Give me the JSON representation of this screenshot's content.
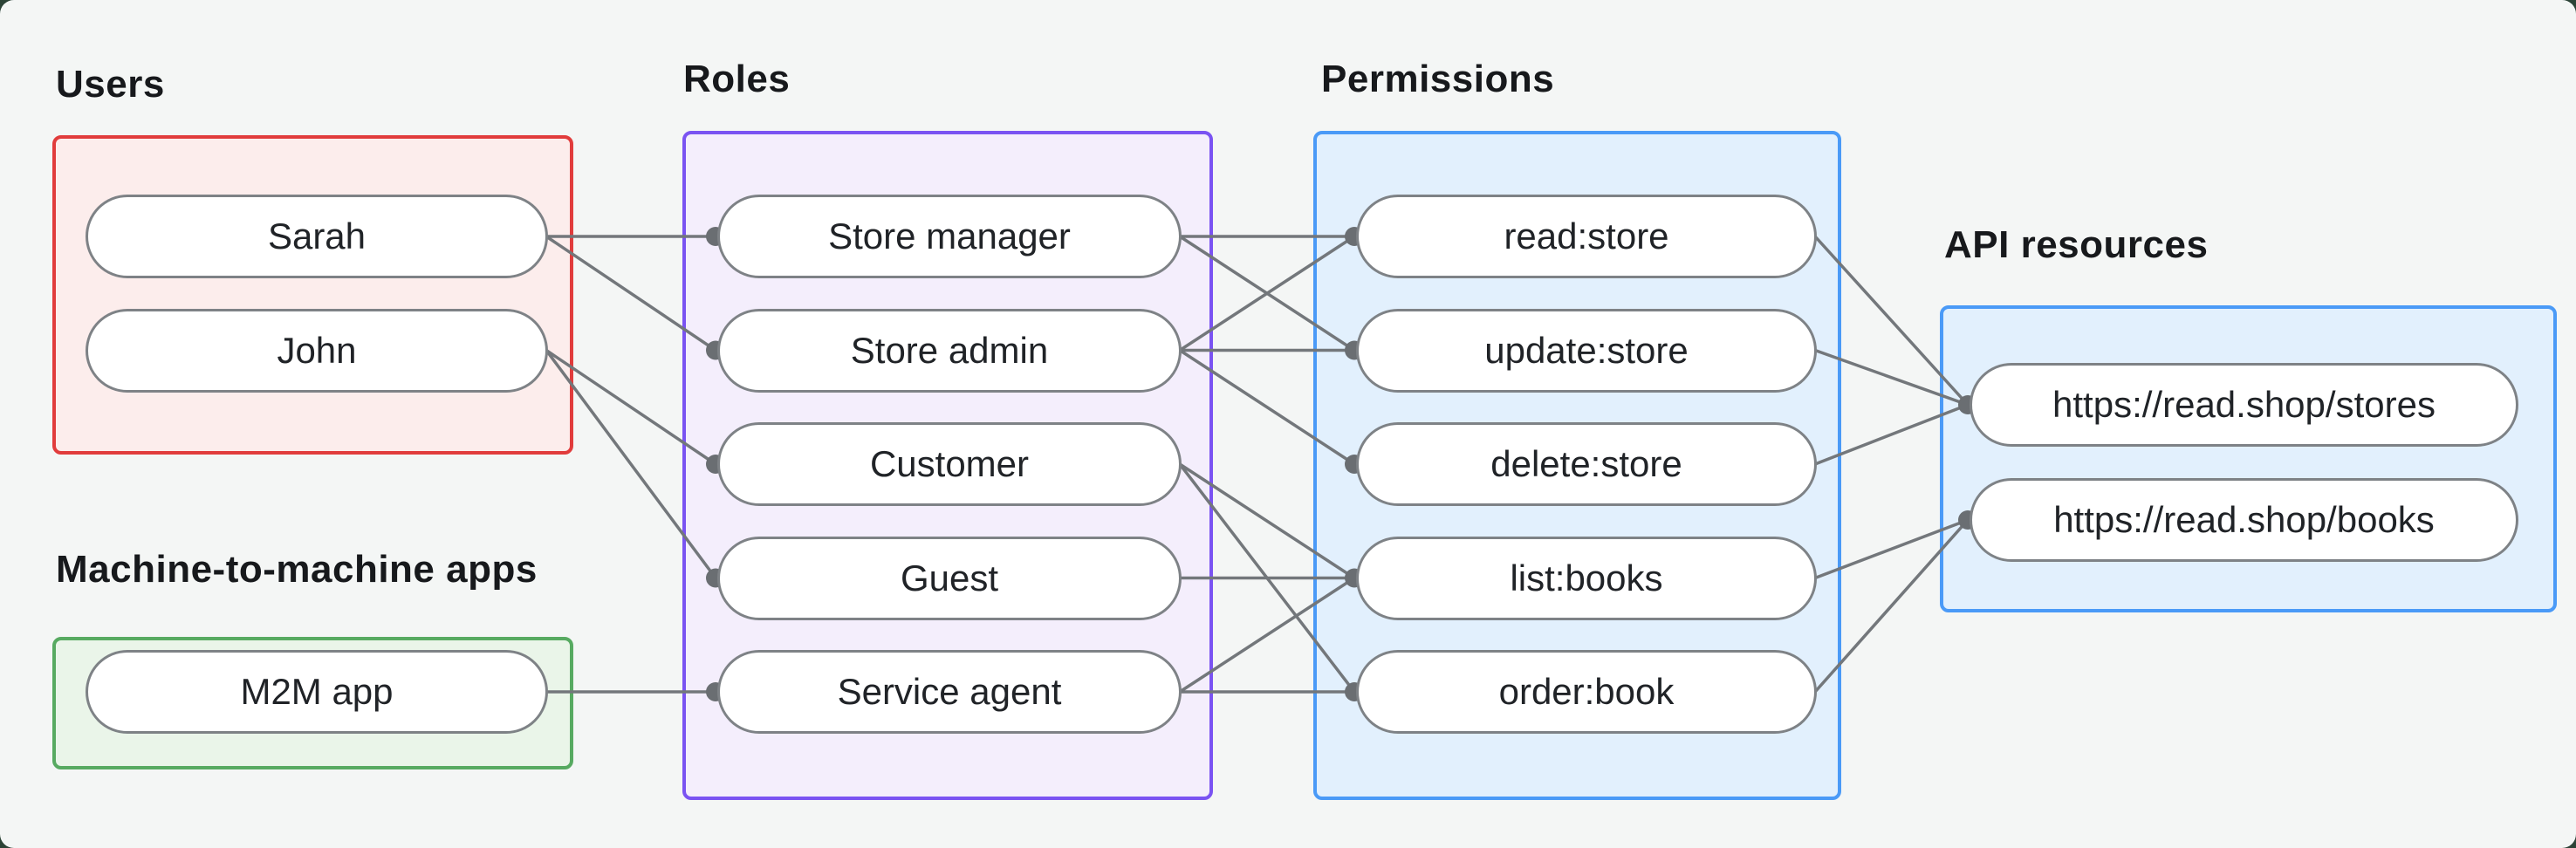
{
  "canvas": {
    "background": "#f4f6f5",
    "outer_background": "#2c4336"
  },
  "style": {
    "node_fill": "#ffffff",
    "node_border": "#7e8286",
    "node_text": "#202327",
    "label_color": "#17191c",
    "edge_color": "#73777b",
    "dot_color": "#6a6e72"
  },
  "groups": [
    {
      "id": "users",
      "label": "Users",
      "border": "#e13c3c",
      "fill": "#fcedec",
      "nodes": [
        {
          "id": "sarah",
          "label": "Sarah"
        },
        {
          "id": "john",
          "label": "John"
        }
      ]
    },
    {
      "id": "m2m-apps",
      "label": "Machine-to-machine apps",
      "border": "#57aa61",
      "fill": "#eaf5e9",
      "nodes": [
        {
          "id": "m2m-app",
          "label": "M2M app"
        }
      ]
    },
    {
      "id": "roles",
      "label": "Roles",
      "border": "#7a53f2",
      "fill": "#f4eefc",
      "nodes": [
        {
          "id": "store-manager",
          "label": "Store manager"
        },
        {
          "id": "store-admin",
          "label": "Store admin"
        },
        {
          "id": "customer",
          "label": "Customer"
        },
        {
          "id": "guest",
          "label": "Guest"
        },
        {
          "id": "service-agent",
          "label": "Service agent"
        }
      ]
    },
    {
      "id": "permissions",
      "label": "Permissions",
      "border": "#4a9af7",
      "fill": "#e2f0fd",
      "nodes": [
        {
          "id": "read-store",
          "label": "read:store"
        },
        {
          "id": "update-store",
          "label": "update:store"
        },
        {
          "id": "delete-store",
          "label": "delete:store"
        },
        {
          "id": "list-books",
          "label": "list:books"
        },
        {
          "id": "order-book",
          "label": "order:book"
        }
      ]
    },
    {
      "id": "api-resources",
      "label": "API resources",
      "border": "#4a9af7",
      "fill": "#e2f0fd",
      "nodes": [
        {
          "id": "stores",
          "label": "https://read.shop/stores"
        },
        {
          "id": "books",
          "label": "https://read.shop/books"
        }
      ]
    }
  ],
  "edges": [
    [
      "sarah",
      "store-manager"
    ],
    [
      "sarah",
      "store-admin"
    ],
    [
      "john",
      "customer"
    ],
    [
      "john",
      "guest"
    ],
    [
      "m2m-app",
      "service-agent"
    ],
    [
      "store-manager",
      "read-store"
    ],
    [
      "store-manager",
      "update-store"
    ],
    [
      "store-admin",
      "read-store"
    ],
    [
      "store-admin",
      "update-store"
    ],
    [
      "store-admin",
      "delete-store"
    ],
    [
      "customer",
      "list-books"
    ],
    [
      "customer",
      "order-book"
    ],
    [
      "guest",
      "list-books"
    ],
    [
      "service-agent",
      "list-books"
    ],
    [
      "service-agent",
      "order-book"
    ],
    [
      "read-store",
      "stores"
    ],
    [
      "update-store",
      "stores"
    ],
    [
      "delete-store",
      "stores"
    ],
    [
      "list-books",
      "books"
    ],
    [
      "order-book",
      "books"
    ]
  ]
}
